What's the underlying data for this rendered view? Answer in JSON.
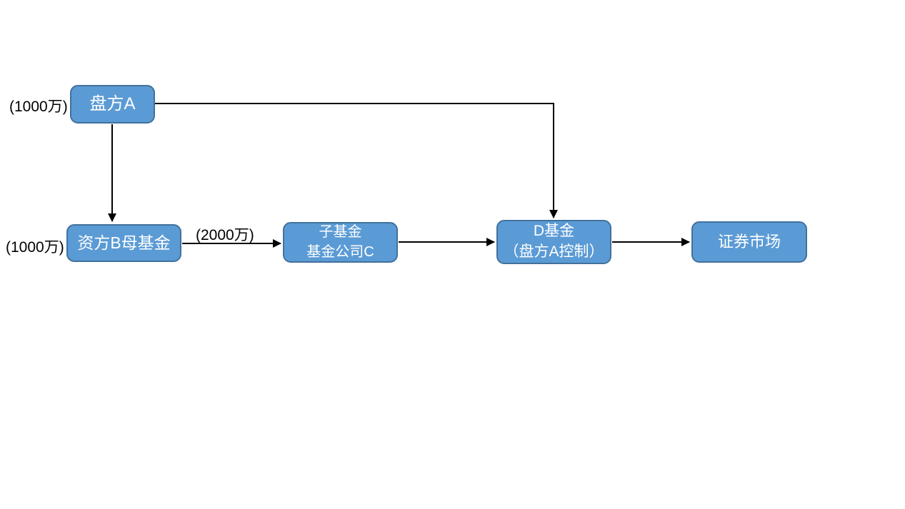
{
  "diagram": {
    "colors": {
      "node_fill": "#5b9bd5",
      "node_border": "#41719c",
      "node_text": "#ffffff",
      "connector": "#000000",
      "label_text": "#000000",
      "background": "#ffffff"
    },
    "nodes": [
      {
        "id": "pan-fang-a",
        "lines": [
          "盘方A"
        ]
      },
      {
        "id": "zi-fang-b-mu-ji-jin",
        "lines": [
          "资方B母基金"
        ]
      },
      {
        "id": "zi-ji-jin",
        "lines": [
          "子基金",
          "基金公司C"
        ]
      },
      {
        "id": "d-ji-jin",
        "lines": [
          "D基金",
          "（盘方A控制）"
        ]
      },
      {
        "id": "zheng-quan-shi-chang",
        "lines": [
          "证券市场"
        ]
      }
    ],
    "labels": {
      "top_amount": "(1000万)",
      "left_amount": "(1000万)",
      "transfer_amount": "(2000万)"
    },
    "edges": [
      {
        "from": "盘方A",
        "to": "资方B母基金",
        "label": ""
      },
      {
        "from": "盘方A",
        "to": "D基金（盘方A控制）",
        "label": ""
      },
      {
        "from": "资方B母基金",
        "to": "子基金 基金公司C",
        "label": "(2000万)"
      },
      {
        "from": "子基金 基金公司C",
        "to": "D基金（盘方A控制）",
        "label": ""
      },
      {
        "from": "D基金（盘方A控制）",
        "to": "证券市场",
        "label": ""
      }
    ]
  }
}
